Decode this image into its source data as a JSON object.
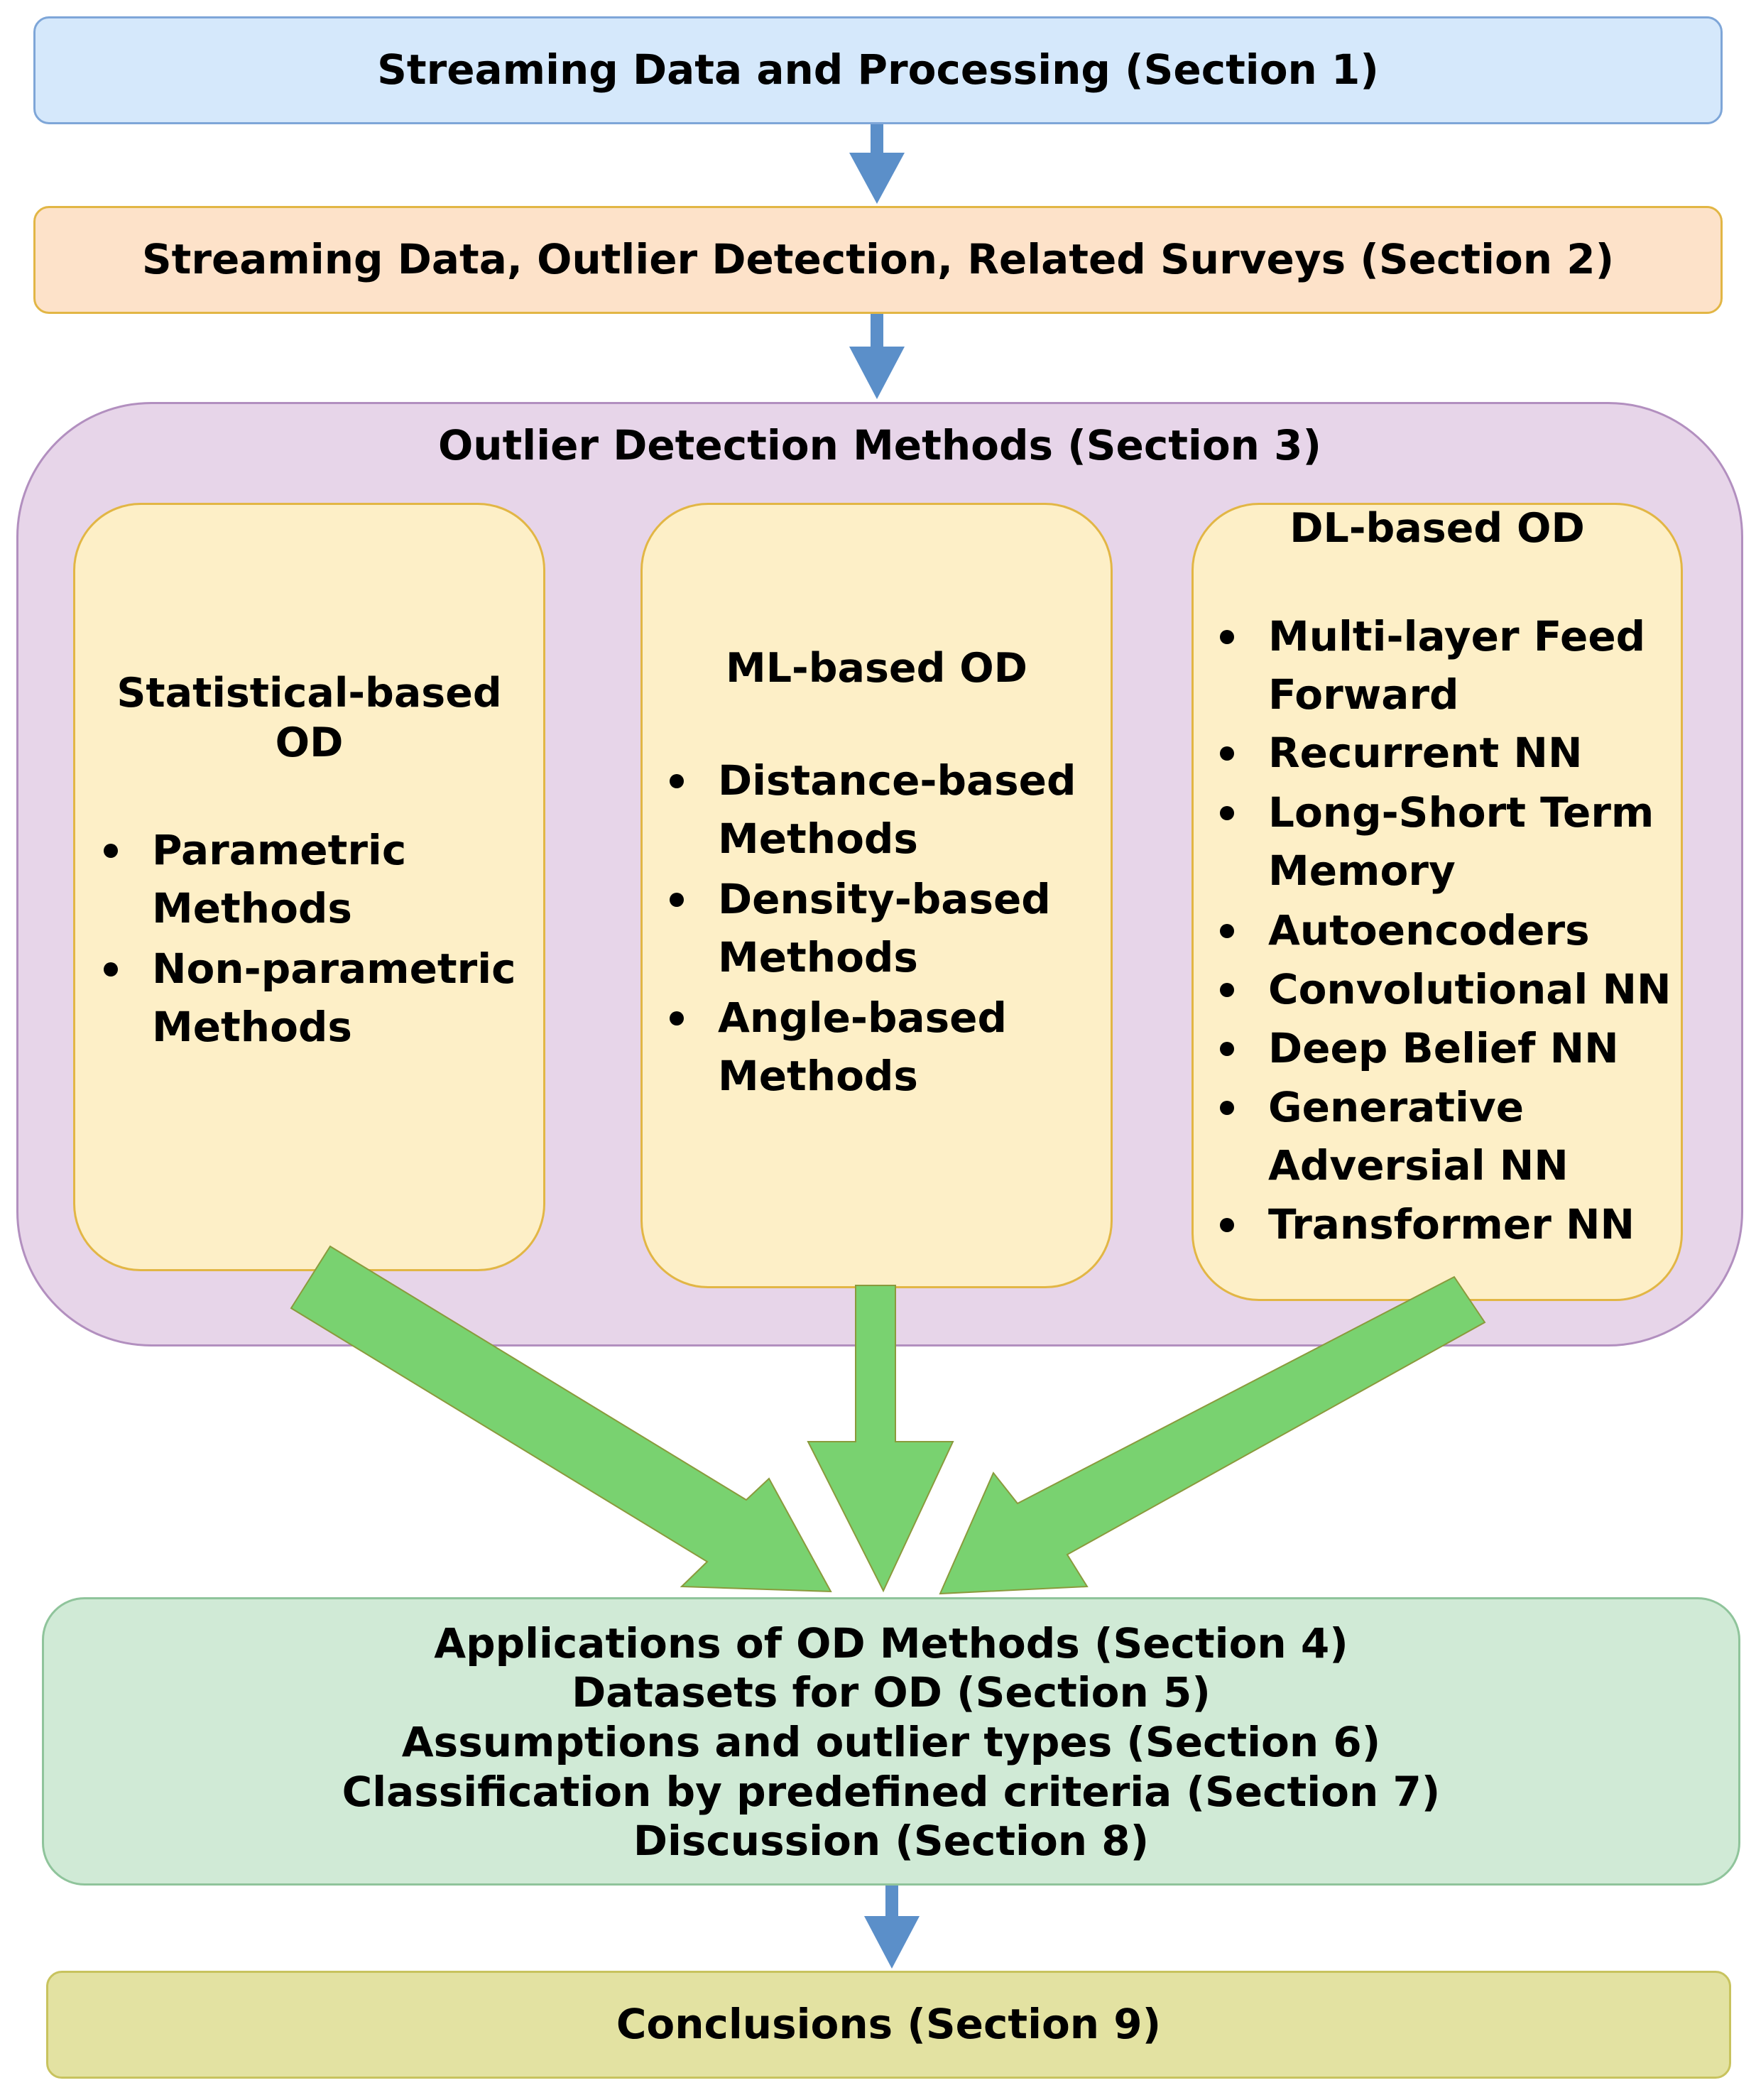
{
  "section1": {
    "title": "Streaming Data and Processing (Section 1)"
  },
  "section2": {
    "title": "Streaming Data, Outlier Detection, Related Surveys (Section 2)"
  },
  "section3": {
    "title": "Outlier Detection Methods (Section 3)",
    "statistical": {
      "title_line1": "Statistical-based",
      "title_line2": "OD",
      "items": [
        [
          "Parametric",
          "Methods"
        ],
        [
          "Non-parametric",
          "Methods"
        ]
      ]
    },
    "ml": {
      "title": "ML-based OD",
      "items": [
        [
          "Distance-based",
          "Methods"
        ],
        [
          "Density-based",
          "Methods"
        ],
        [
          "Angle-based",
          "Methods"
        ]
      ]
    },
    "dl": {
      "title": "DL-based OD",
      "items": [
        [
          "Multi-layer Feed",
          "Forward"
        ],
        [
          "Recurrent NN"
        ],
        [
          "Long-Short Term",
          "Memory"
        ],
        [
          "Autoencoders"
        ],
        [
          "Convolutional NN"
        ],
        [
          "Deep Belief NN"
        ],
        [
          "Generative",
          "Adversial NN"
        ],
        [
          "Transformer NN"
        ]
      ]
    }
  },
  "sections4to8": {
    "lines": [
      "Applications of OD Methods (Section 4)",
      "Datasets for OD (Section 5)",
      "Assumptions and outlier types (Section 6)",
      "Classification by predefined criteria (Section 7)",
      "Discussion (Section 8)"
    ]
  },
  "section9": {
    "title": "Conclusions (Section 9)"
  },
  "colors": {
    "blue_arrow": "#5b8fc9",
    "green_arrow": "#79d270",
    "green_arrow_outline": "#8a9a3c"
  }
}
